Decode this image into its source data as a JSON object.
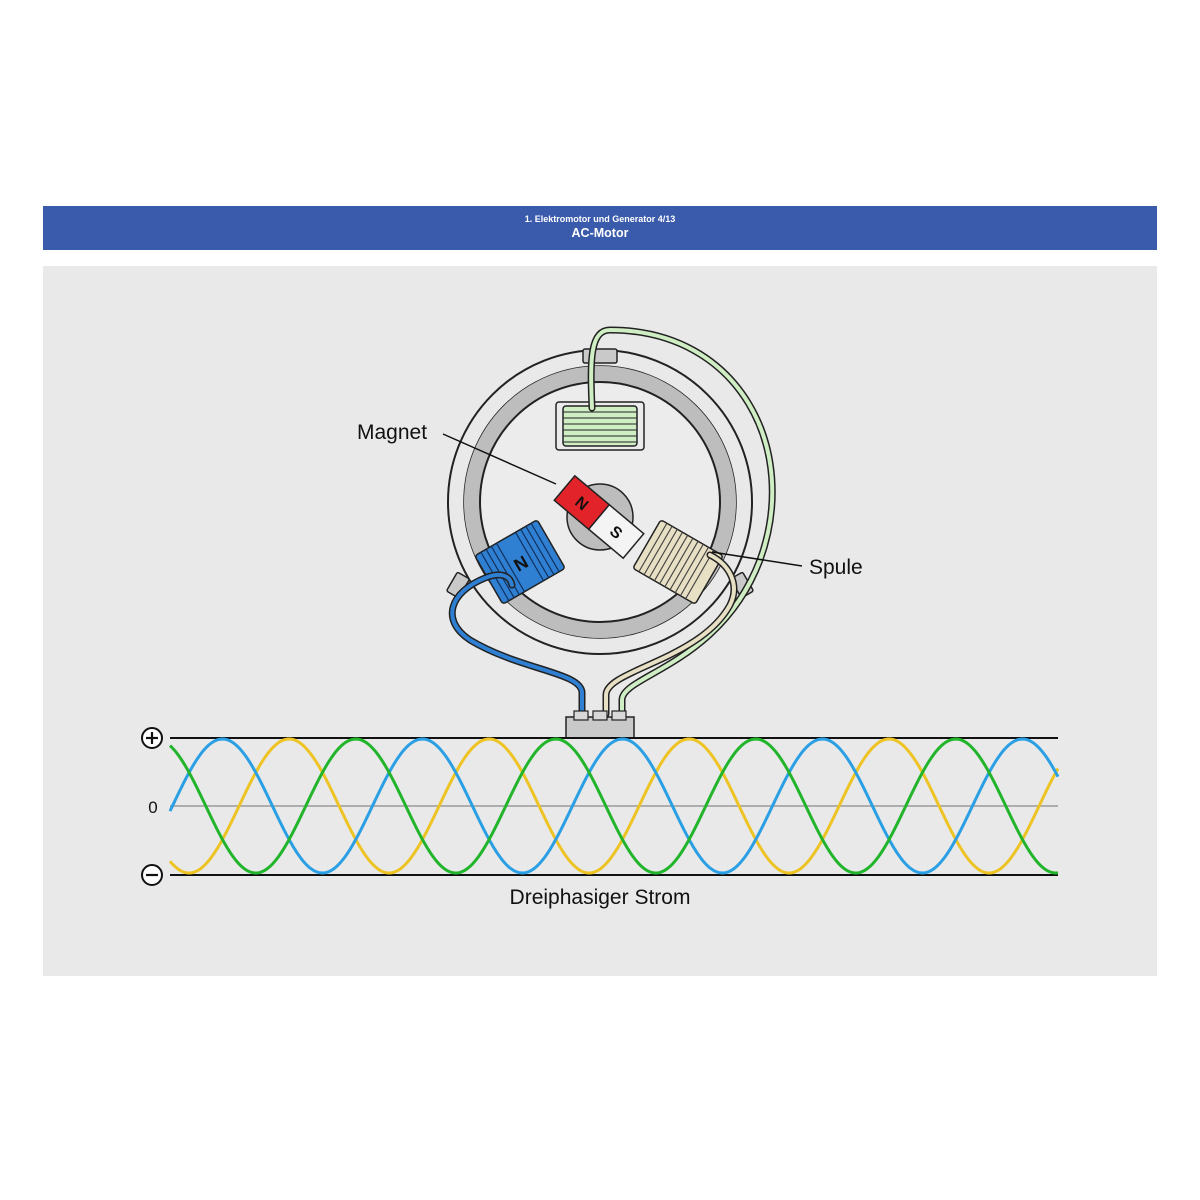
{
  "header": {
    "subtitle": "1. Elektromotor und Generator 4/13",
    "title": "AC-Motor"
  },
  "diagram": {
    "label_magnet": "Magnet",
    "label_coil": "Spule",
    "label_current": "Dreiphasiger Strom",
    "axis_zero": "0",
    "axis_plus_symbol": "+",
    "axis_minus_symbol": "−",
    "pole_north": "N",
    "pole_south": "S",
    "colors": {
      "phase_green": "#22b52c",
      "phase_blue": "#2a9fe4",
      "phase_yellow": "#eec324",
      "header_blue": "#3a5aab",
      "magnet_north": "#e3232a",
      "coil_blue": "#2f7fd2",
      "coil_green": "#cfeec4",
      "coil_beige": "#e8e0c4"
    }
  }
}
